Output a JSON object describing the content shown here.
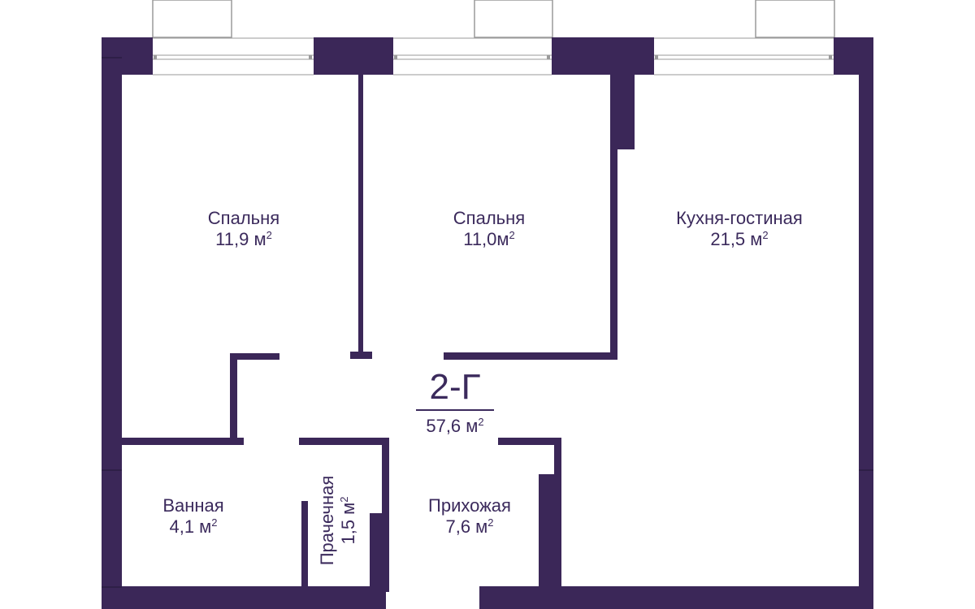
{
  "plan": {
    "unit_code": "2-Г",
    "total_area": "57,6 м",
    "area_unit_exponent": "2",
    "colors": {
      "wall": "#3b2758",
      "wall_dark": "#2e1f47",
      "label_text": "#3b2a5c",
      "window_frame": "#9a9a9a",
      "background": "#ffffff"
    },
    "rooms": [
      {
        "id": "bedroom-1",
        "name": "Спальня",
        "area": "11,9 м"
      },
      {
        "id": "bedroom-2",
        "name": "Спальня",
        "area": "11,0м"
      },
      {
        "id": "kitchen-living",
        "name": "Кухня-гостиная",
        "area": "21,5 м"
      },
      {
        "id": "bathroom",
        "name": "Ванная",
        "area": "4,1 м"
      },
      {
        "id": "laundry",
        "name": "Прачечная",
        "area": "1,5 м"
      },
      {
        "id": "hallway",
        "name": "Прихожая",
        "area": "7,6 м"
      }
    ]
  }
}
